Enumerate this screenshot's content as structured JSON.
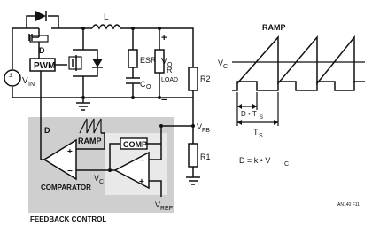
{
  "schematic": {
    "inductor": "L",
    "esr": "ESR",
    "output_cap": "C",
    "output_cap_sub": "O",
    "load": "R",
    "load_sub": "LOAD",
    "vout": "V",
    "vout_sub": "O",
    "plus": "+",
    "minus": "−",
    "vin": "V",
    "vin_sub": "IN",
    "pwm": "PWM",
    "d_label": "D",
    "r2": "R2",
    "r1": "R1",
    "vfb": "V",
    "vfb_sub": "FB",
    "ramp": "RAMP",
    "comp": "COMP",
    "vc": "V",
    "vc_sub": "C",
    "vref": "V",
    "vref_sub": "REF",
    "comparator": "COMPARATOR",
    "feedback_control": "FEEDBACK CONTROL",
    "opamp_minus": "−",
    "opamp_plus": "+"
  },
  "waveform": {
    "ramp_title": "RAMP",
    "vc": "V",
    "vc_sub": "C",
    "dts": "D • T",
    "dts_sub": "S",
    "ts": "T",
    "ts_sub": "S",
    "equation": "D = k • V",
    "equation_sub": "C"
  },
  "figure_code": "AN140 F11",
  "colors": {
    "feedback_box": "#cfcfcf",
    "comp_box": "#e9e9e9",
    "line": "#111111"
  }
}
